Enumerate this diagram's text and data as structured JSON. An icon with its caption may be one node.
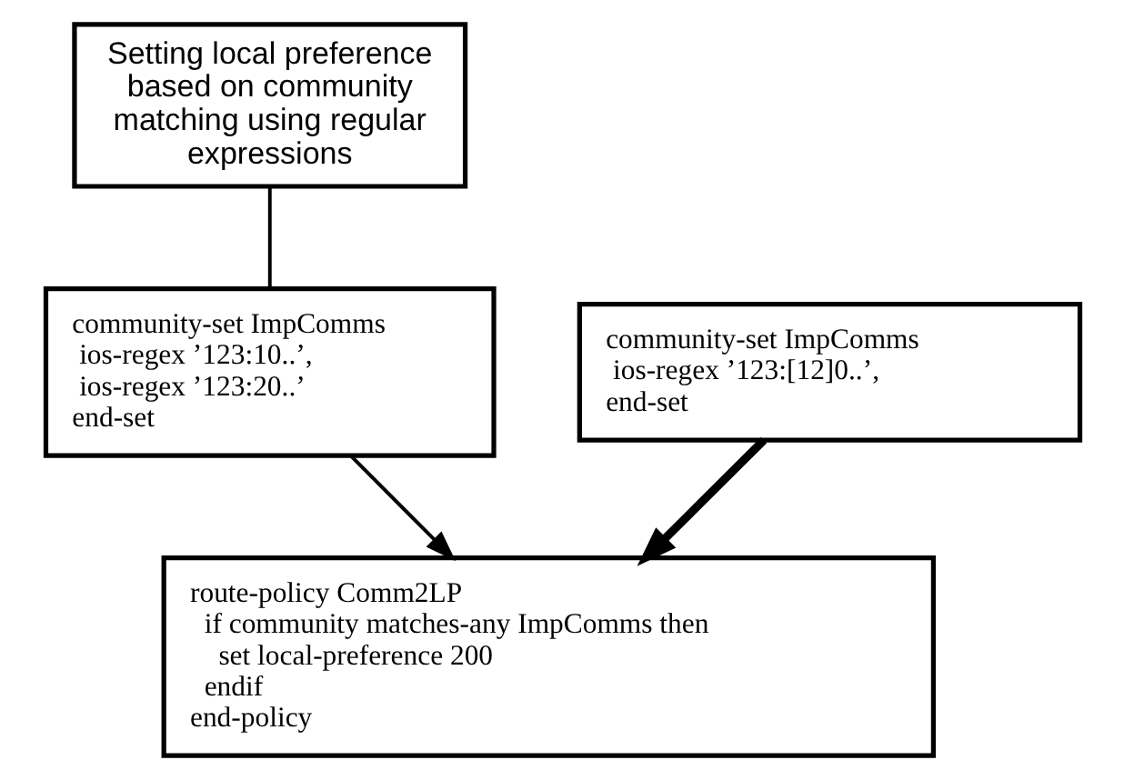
{
  "diagram": {
    "nodes": [
      {
        "text": [
          "Setting local preference based on community matching using regular expressions"
        ]
      },
      {
        "text": [
          "community-set ImpComms",
          "ios-regex ’123:10..’,",
          "ios-regex ’123:20..’",
          "end-set"
        ]
      },
      {
        "text": [
          "community-set ImpComms",
          "ios-regex ’123:[12]0..’,",
          "end-set"
        ]
      },
      {
        "text": [
          "route-policy Comm2LP",
          "if community matches-any ImpComms then",
          "set local-preference 200",
          "endif",
          "end-policy"
        ]
      }
    ],
    "edges": [
      {
        "from": 0,
        "to": 1,
        "arrow": "none"
      },
      {
        "from": 1,
        "to": 3,
        "arrow": "to"
      },
      {
        "from": 2,
        "to": 3,
        "arrow": "to",
        "style": "thick"
      }
    ]
  }
}
